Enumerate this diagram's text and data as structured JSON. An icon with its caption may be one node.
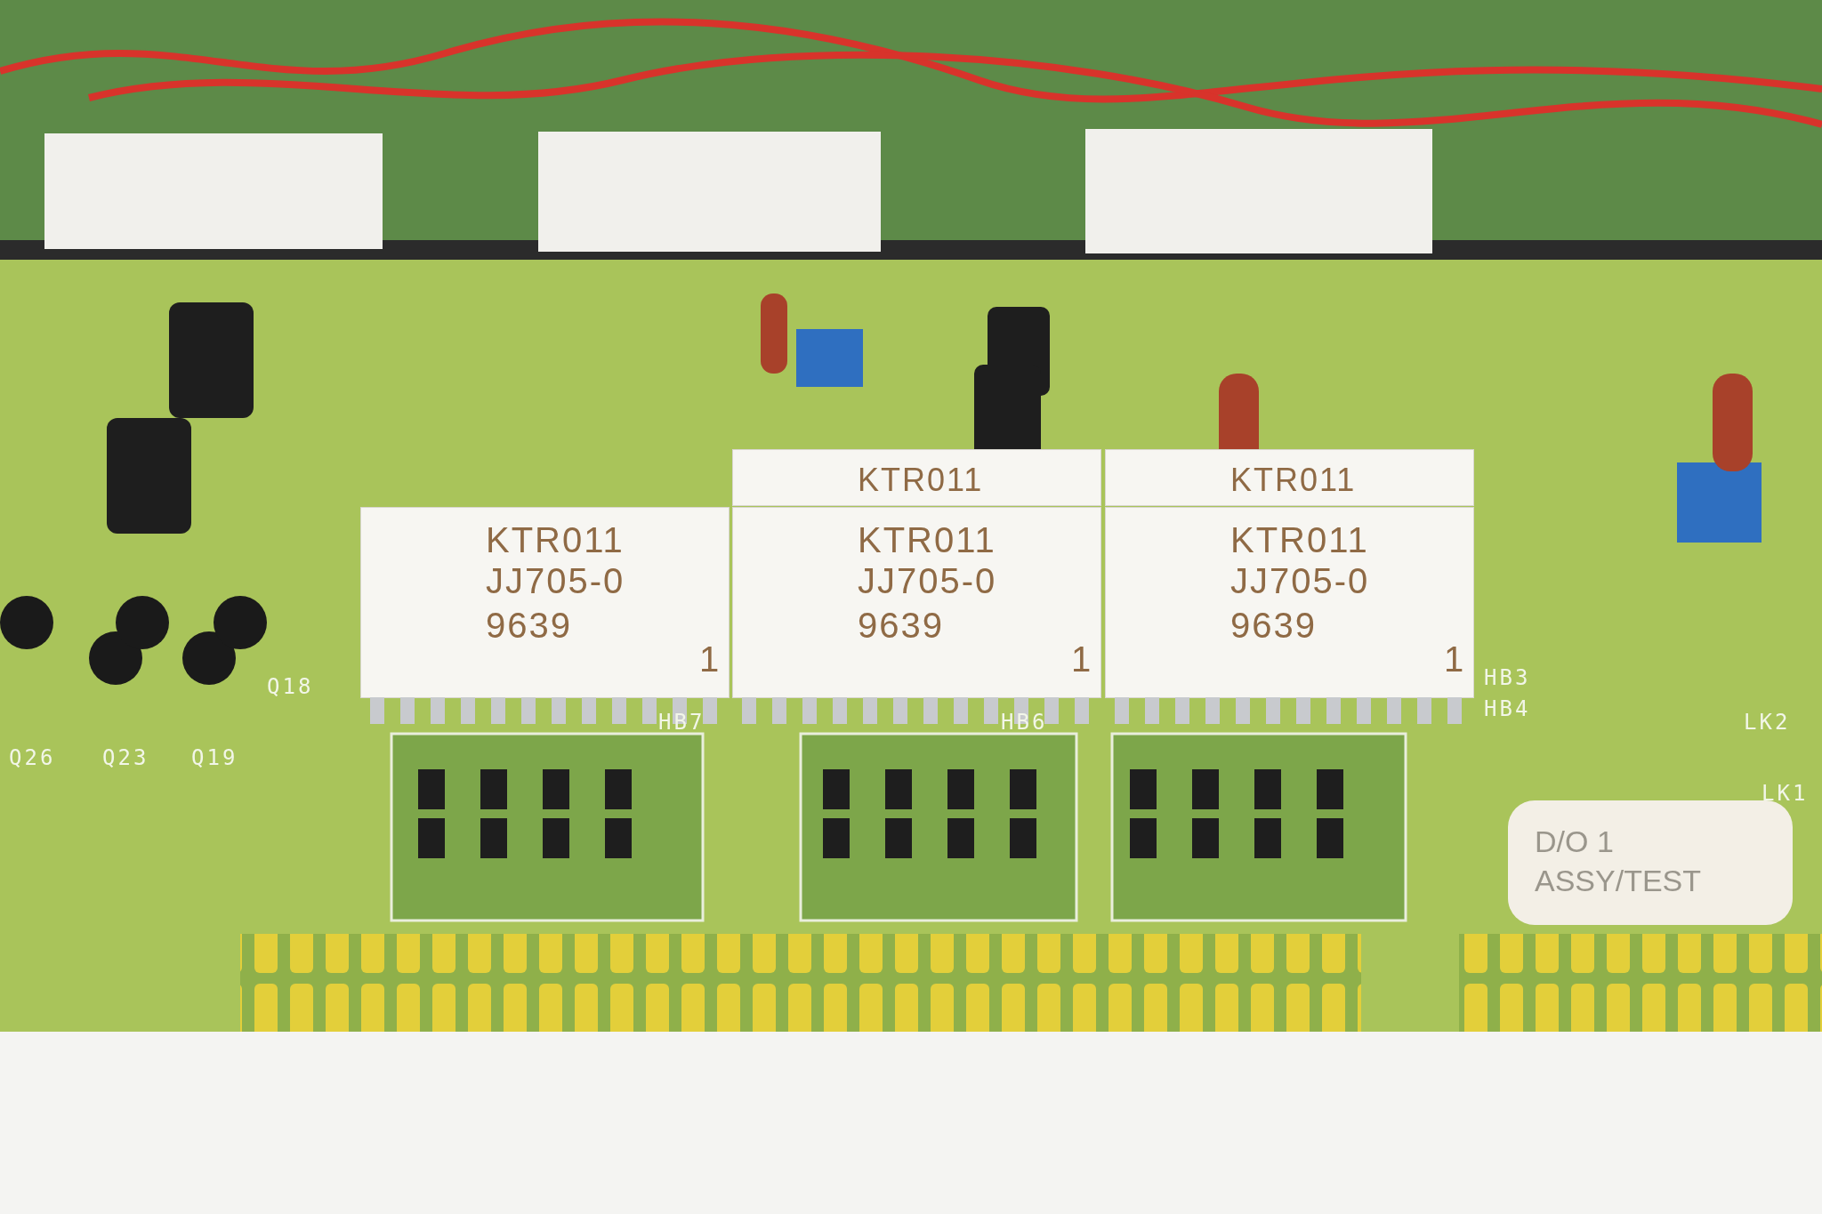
{
  "diagram": {
    "nodes": [
      {
        "text": [
          "KTR011"
        ]
      },
      {
        "text": [
          "KTR011"
        ]
      },
      {
        "text": [
          "KTR011",
          "JJ705-0",
          "9639",
          "1"
        ]
      },
      {
        "text": [
          "KTR011",
          "JJ705-0",
          "9639",
          "1"
        ]
      },
      {
        "text": [
          "KTR011",
          "JJ705-0",
          "9639",
          "1"
        ]
      },
      {
        "text": [
          "D/O 1 ASSY/TEST"
        ]
      }
    ],
    "labels": [
      "Q18",
      "Q26",
      "Q23",
      "Q19",
      "HB7",
      "HB6",
      "HB3",
      "HB4",
      "LK2",
      "LK1"
    ]
  }
}
